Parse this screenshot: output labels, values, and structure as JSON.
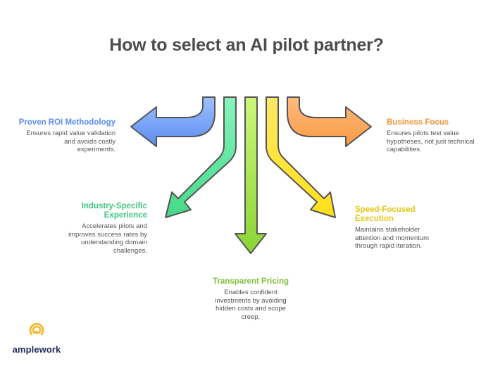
{
  "title": "How to select an AI pilot partner?",
  "items": [
    {
      "id": "proven-roi",
      "heading": "Proven ROI Methodology",
      "description_lines": [
        "Ensures rapid value validation",
        "and avoids costly",
        "experiments."
      ],
      "color": "#5b8def",
      "arrow_gradient": [
        "#9ec1ff",
        "#5b8def"
      ]
    },
    {
      "id": "industry-specific",
      "heading_lines": [
        "Industry-Specific",
        "Experience"
      ],
      "description_lines": [
        "Accelerates pilots and",
        "improves success rates by",
        "understanding domain",
        "challenges."
      ],
      "color": "#3fc77e",
      "arrow_gradient": [
        "#86f5bd",
        "#45d987"
      ]
    },
    {
      "id": "transparent-pricing",
      "heading": "Transparent Pricing",
      "description_lines": [
        "Enables confident",
        "investments by avoiding",
        "hidden costs and scope",
        "creep."
      ],
      "color": "#7fbf3a",
      "arrow_gradient": [
        "#ccf77a",
        "#8bd435"
      ]
    },
    {
      "id": "speed-focused",
      "heading_lines": [
        "Speed-Focused",
        "Execution"
      ],
      "description_lines": [
        "Maintains stakeholder",
        "attention and momentum",
        "through rapid iteration."
      ],
      "color": "#e6c619",
      "arrow_gradient": [
        "#ffe866",
        "#ffe01a"
      ]
    },
    {
      "id": "business-focus",
      "heading": "Business Focus",
      "description_lines": [
        "Ensures pilots test value",
        "hypotheses, not just technical",
        "capabilities."
      ],
      "color": "#f0943a",
      "arrow_gradient": [
        "#ffbb7e",
        "#f99a44"
      ]
    }
  ],
  "logo": {
    "name": "amplework",
    "icon_color": "#f6b31b",
    "text_color": "#1e2a5a"
  },
  "stroke_color": "#555555"
}
